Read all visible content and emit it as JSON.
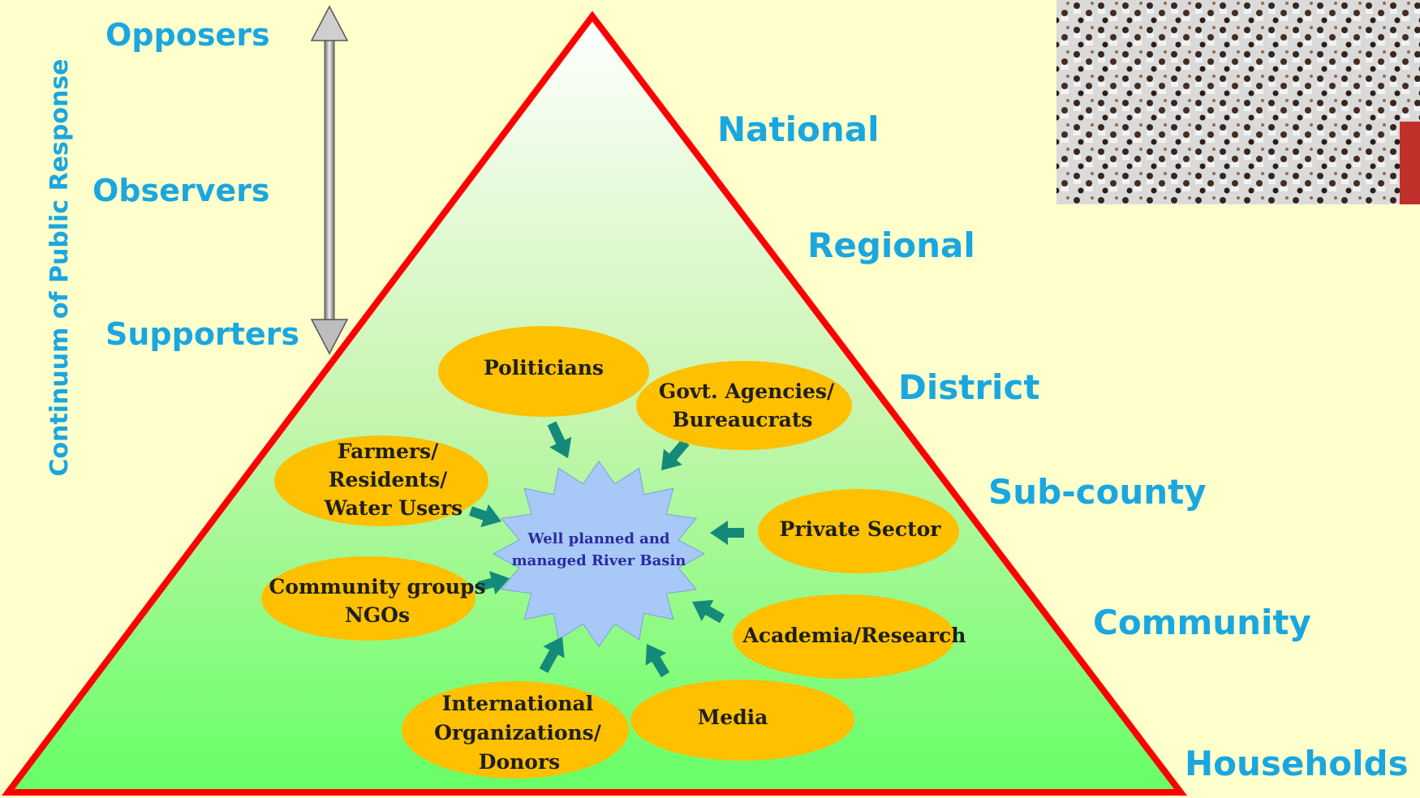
{
  "axis": {
    "title": "Continuum of Public Response",
    "levels": [
      "Opposers",
      "Observers",
      "Supporters"
    ]
  },
  "scales": [
    "National",
    "Regional",
    "District",
    "Sub-county",
    "Community",
    "Households"
  ],
  "center": [
    "Well planned and",
    "managed River Basin"
  ],
  "stakeholders": [
    {
      "lines": [
        "Politicians"
      ]
    },
    {
      "lines": [
        "Govt. Agencies/",
        "Bureaucrats"
      ]
    },
    {
      "lines": [
        "Farmers/",
        "Residents/",
        "Water Users"
      ]
    },
    {
      "lines": [
        "Private Sector"
      ]
    },
    {
      "lines": [
        "Community groups",
        "NGOs"
      ]
    },
    {
      "lines": [
        "Academia/Research"
      ]
    },
    {
      "lines": [
        "International",
        "Organizations/",
        "Donors"
      ]
    },
    {
      "lines": [
        "Media"
      ]
    }
  ],
  "colors": {
    "background": "#ffffcc",
    "label": "#1aa7e0",
    "triangle_border": "#ff0000",
    "oval_fill": "#ffc000",
    "arrow": "#138a7a",
    "center_fill": "#a8c8f8"
  },
  "photo": {
    "icon": "crowd-photo"
  }
}
